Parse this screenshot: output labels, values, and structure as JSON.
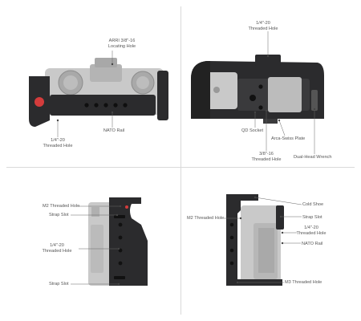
{
  "panels": {
    "top_left": {
      "labels": {
        "arri": [
          "ARRI 3/8\"-16",
          "Locating Hole"
        ],
        "nato": [
          "NATO Rail"
        ],
        "threaded": [
          "1/4\"-20",
          "Threaded Hole"
        ]
      }
    },
    "top_right": {
      "labels": {
        "threaded": [
          "1/4\"-20",
          "Threaded Hole"
        ],
        "qd": [
          "QD Socket"
        ],
        "arca": [
          "Arca-Swiss Plate"
        ],
        "threaded38": [
          "3/8\"-16",
          "Threaded Hole"
        ],
        "wrench": [
          "Dual-Head Wrench"
        ]
      }
    },
    "bottom_left": {
      "labels": {
        "m2": [
          "M2 Threaded Hole"
        ],
        "strap1": [
          "Strap Slot"
        ],
        "threaded": [
          "1/4\"-20",
          "Threaded Hole"
        ],
        "strap2": [
          "Strap Slot"
        ]
      }
    },
    "bottom_right": {
      "labels": {
        "cold": [
          "Cold Shoe"
        ],
        "m2": [
          "M2 Threaded Hole"
        ],
        "strap": [
          "Strap Slot"
        ],
        "threaded": [
          "1/4\"-20",
          "Threaded Hole"
        ],
        "nato": [
          "NATO Rail"
        ],
        "m3": [
          "M3 Threaded Hole"
        ]
      }
    }
  },
  "colors": {
    "cage": "#2b2b2d",
    "camera": "#c9c9c9",
    "accent": "#d43c3c",
    "line": "#666666"
  }
}
